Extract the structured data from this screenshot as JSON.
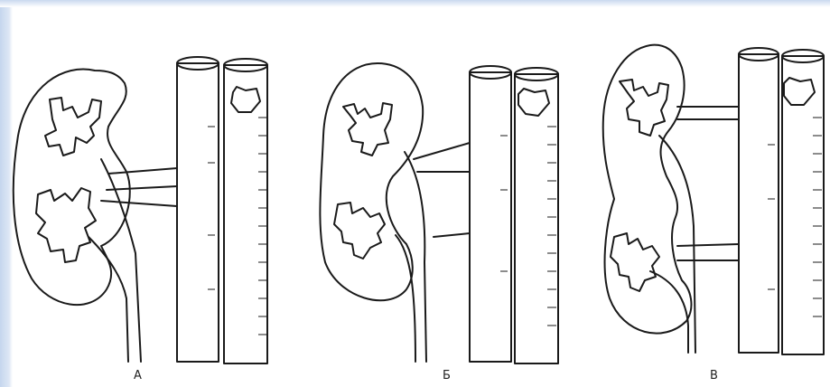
{
  "figure": {
    "panels": [
      {
        "label": "А"
      },
      {
        "label": "Б"
      },
      {
        "label": "В"
      }
    ],
    "colors": {
      "ink": "#1a1a1a",
      "paper": "#ffffff",
      "frame_accent": "#c5d6ee"
    }
  }
}
